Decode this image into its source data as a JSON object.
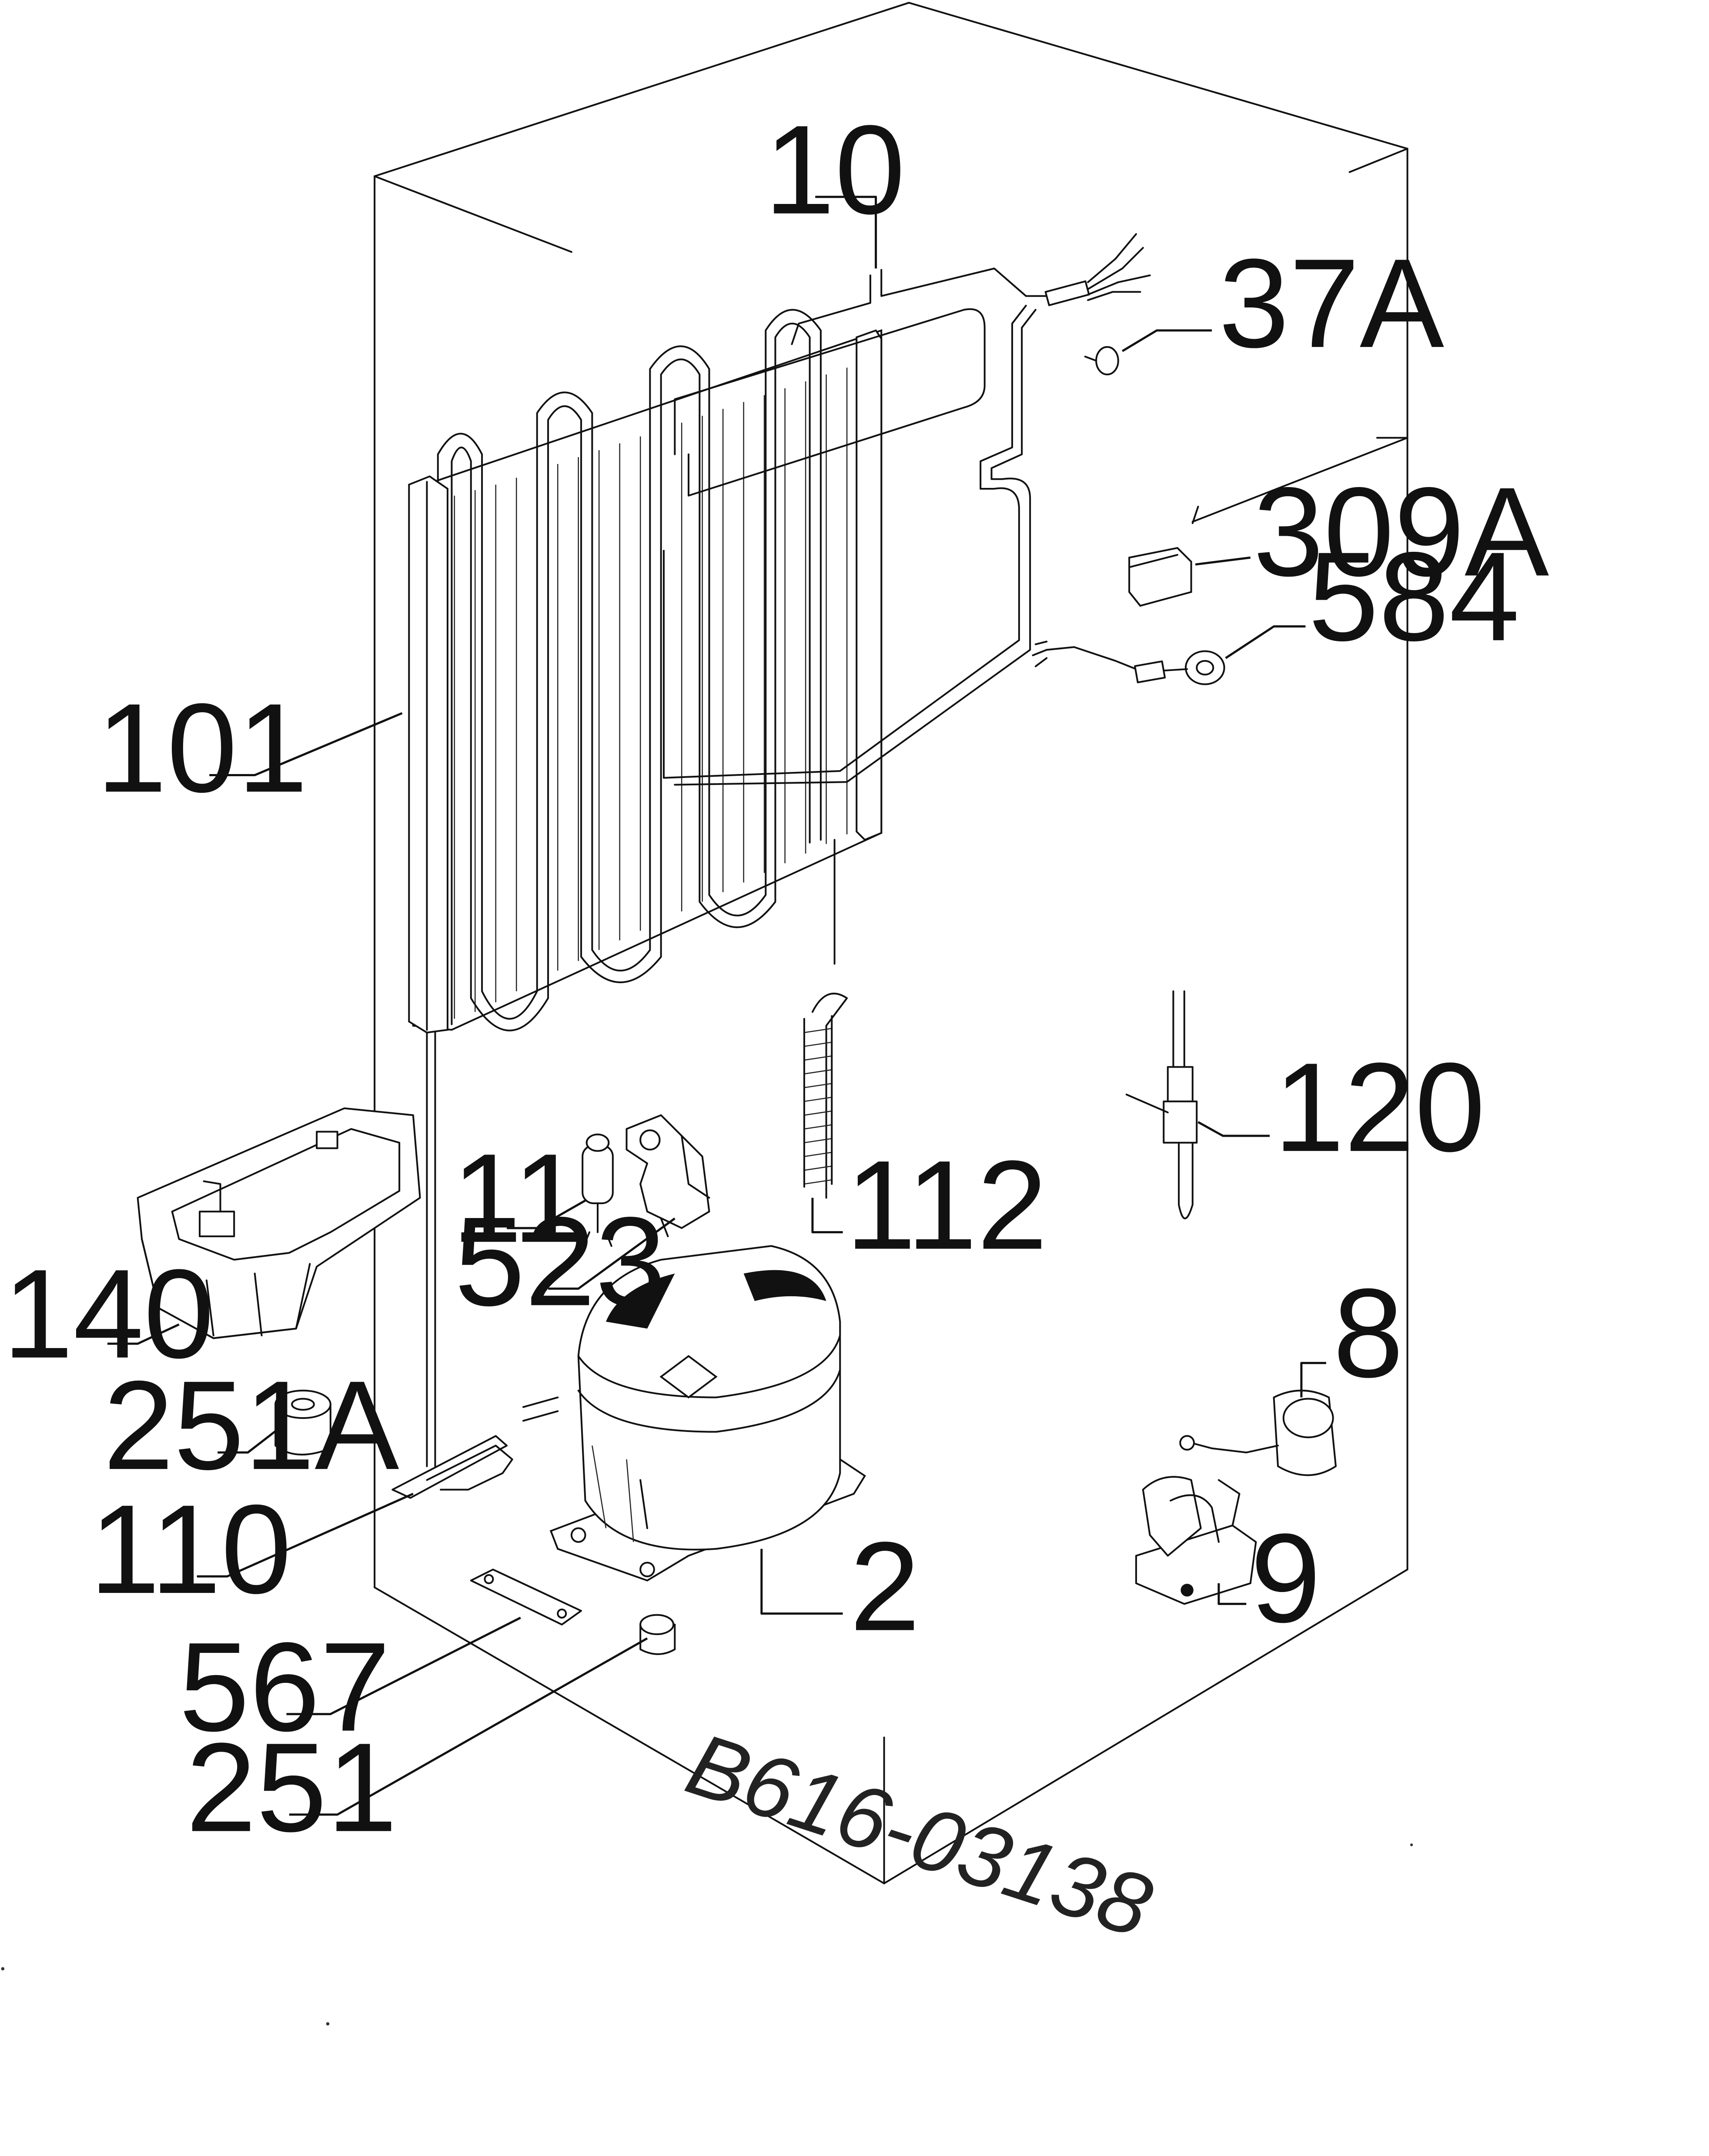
{
  "labels": {
    "p10": "10",
    "p37A": "37A",
    "p309A": "309A",
    "p584": "584",
    "p101": "101",
    "p120": "120",
    "p11": "11",
    "p112": "112",
    "p523": "523",
    "p140": "140",
    "p8": "8",
    "p251A": "251A",
    "p110": "110",
    "p2": "2",
    "p9": "9",
    "p567": "567",
    "p251": "251"
  },
  "drawing_code": "B616-03138"
}
